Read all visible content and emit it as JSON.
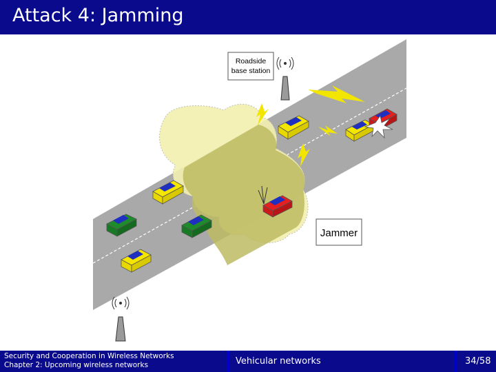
{
  "slide": {
    "title": "Attack 4: Jamming"
  },
  "diagram": {
    "base_station_top_label": [
      "Roadside",
      "base station"
    ],
    "jammer_label": "Jammer"
  },
  "footer": {
    "line1": "Security and Cooperation in Wireless Networks",
    "line2": "Chapter 2: Upcoming wireless networks",
    "section": "Vehicular networks",
    "page": "34/58"
  },
  "colors": {
    "bar": "#0a0a8c",
    "road": "#a9a9a9",
    "jam_cloud": "#f3f0b0",
    "lightning": "#f2e600"
  }
}
